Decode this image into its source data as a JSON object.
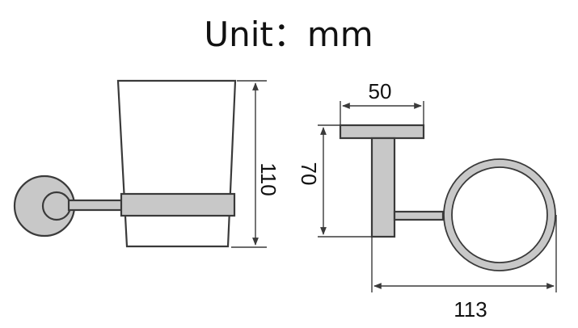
{
  "title": "Unit：mm",
  "dimensions": {
    "width_top": "50",
    "height_bracket": "70",
    "height_cup": "110",
    "depth_total": "113"
  },
  "colors": {
    "metal": "#c8c8c8",
    "outline": "#3a3a3a",
    "text": "#111111"
  }
}
